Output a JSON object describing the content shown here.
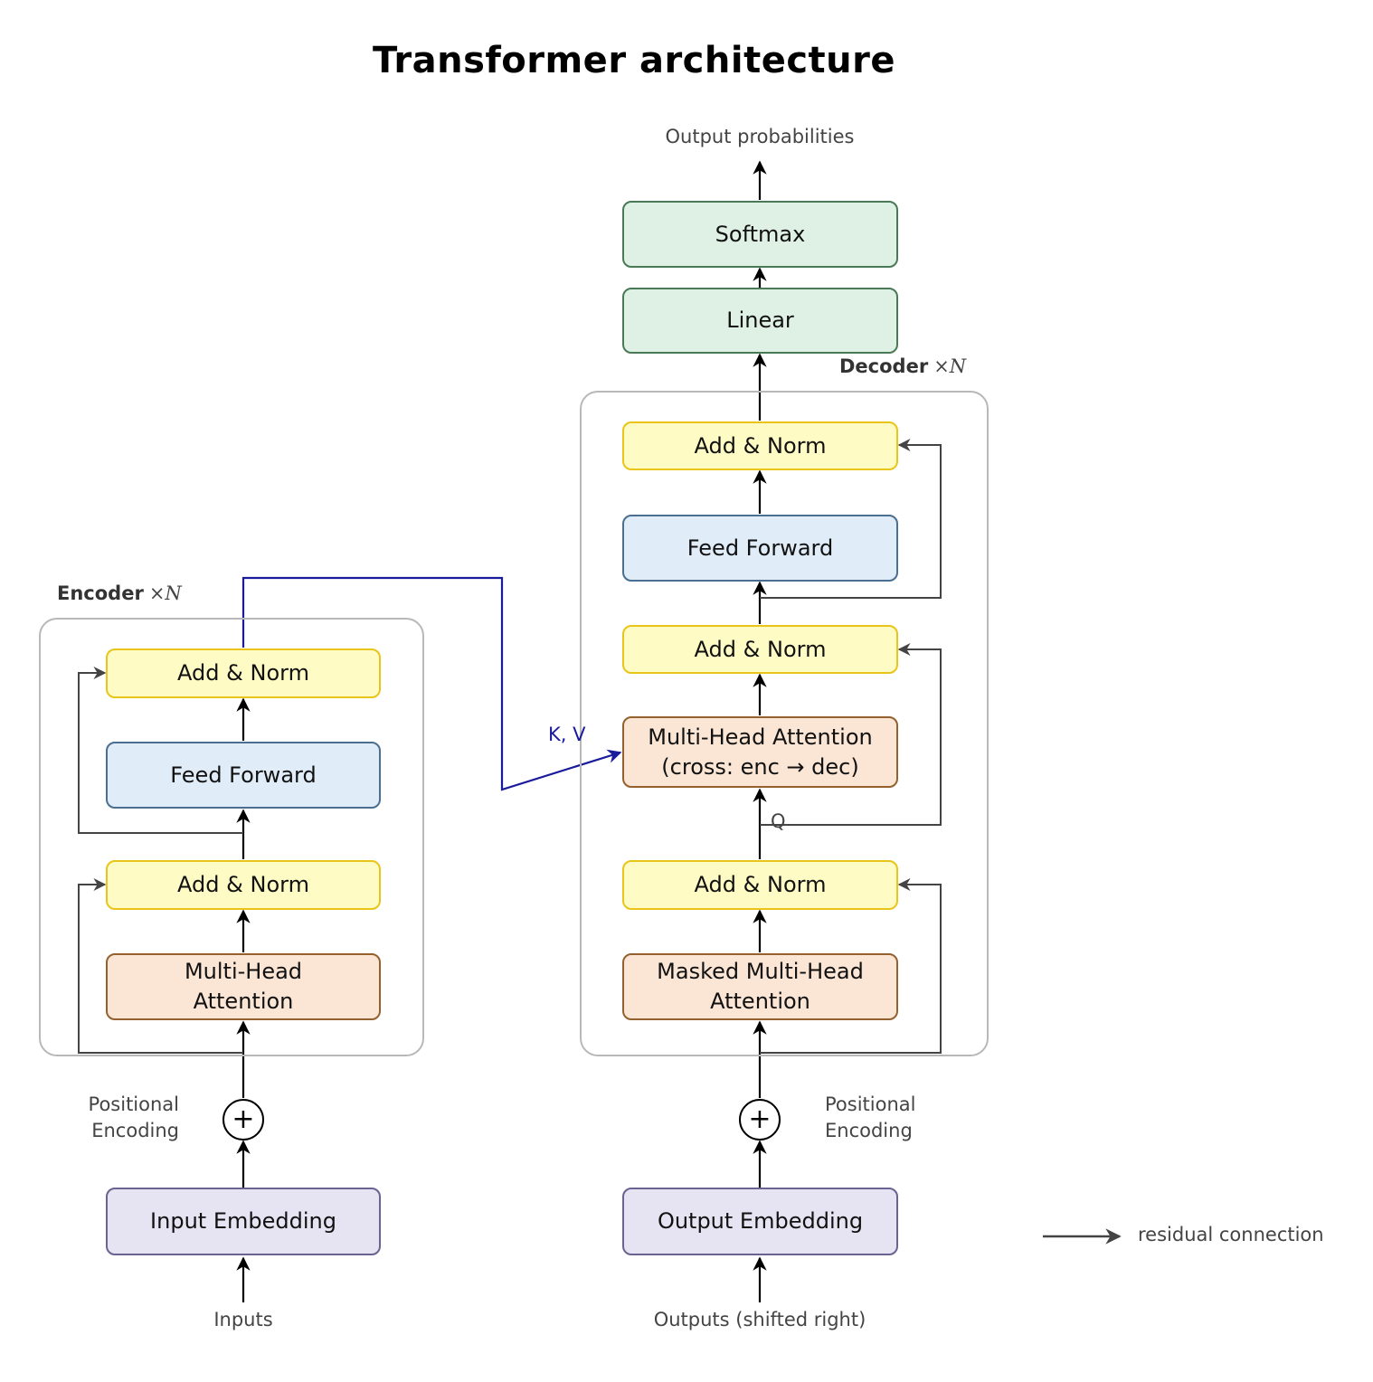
{
  "title": "Transformer architecture",
  "encoder": {
    "group_label": "Encoder",
    "group_multiplier": "×N",
    "input_label": "Inputs",
    "embedding": "Input Embedding",
    "positional_label_line1": "Positional",
    "positional_label_line2": "Encoding",
    "attention_line1": "Multi-Head",
    "attention_line2": "Attention",
    "add_norm_1": "Add & Norm",
    "feed_forward": "Feed Forward",
    "add_norm_2": "Add & Norm"
  },
  "decoder": {
    "group_label": "Decoder",
    "group_multiplier": "×N",
    "input_label": "Outputs (shifted right)",
    "embedding": "Output Embedding",
    "positional_label_line1": "Positional",
    "positional_label_line2": "Encoding",
    "masked_attention_line1": "Masked Multi-Head",
    "masked_attention_line2": "Attention",
    "add_norm_1": "Add & Norm",
    "cross_attention_line1": "Multi-Head Attention",
    "cross_attention_line2": "(cross: enc → dec)",
    "add_norm_2": "Add & Norm",
    "feed_forward": "Feed Forward",
    "add_norm_3": "Add & Norm"
  },
  "head": {
    "linear": "Linear",
    "softmax": "Softmax",
    "output_label": "Output probabilities"
  },
  "connections": {
    "kv_label": "K, V",
    "q_label": "Q",
    "plus_symbol": "+"
  },
  "legend": {
    "residual_label": "residual connection"
  },
  "colors": {
    "add_norm_fill": "#fffbc4",
    "add_norm_border": "#e8c518",
    "feed_forward_fill": "#e0ecf8",
    "feed_forward_border": "#4a6f90",
    "attention_fill": "#fbe6d6",
    "attention_border": "#94612e",
    "embedding_fill": "#e6e4f2",
    "embedding_border": "#6a6291",
    "output_fill": "#dff0e4",
    "output_border": "#4a7a55",
    "cross_connection": "#1a1a9c",
    "residual_line": "#444444"
  }
}
